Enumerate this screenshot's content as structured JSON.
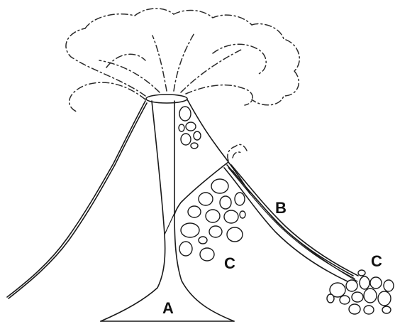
{
  "labels": {
    "a": "A",
    "b": "B",
    "c1": "C",
    "c2": "C"
  },
  "colors": {
    "ink": "#1a1a1a",
    "background": "#ffffff"
  }
}
